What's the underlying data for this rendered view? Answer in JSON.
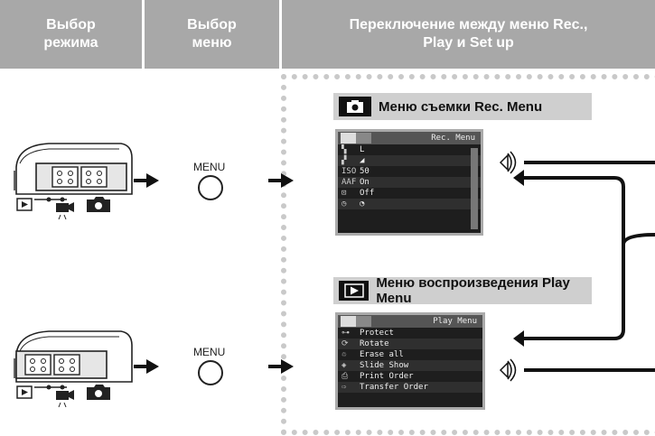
{
  "headers": {
    "mode_line1": "Выбор",
    "mode_line2": "режима",
    "menu_line1": "Выбор",
    "menu_line2": "меню",
    "switch_line1": "Переключение между меню Rec.,",
    "switch_line2": "Play и Set up"
  },
  "left": {
    "menu_button_label_1": "MENU",
    "menu_button_label_2": "MENU"
  },
  "rec_menu": {
    "title": "Меню съемки Rec. Menu",
    "lcd_title": "Rec. Menu",
    "rows": [
      {
        "value": "L"
      },
      {
        "value": "◢"
      },
      {
        "label": "ISO",
        "value": "50"
      },
      {
        "label": "AAF",
        "value": "On"
      },
      {
        "value": "Off"
      },
      {
        "value": "◔"
      }
    ]
  },
  "play_menu": {
    "title": "Меню воспроизведения Play Menu",
    "lcd_title": "Play Menu",
    "rows": [
      {
        "value": "Protect"
      },
      {
        "value": "Rotate"
      },
      {
        "value": "Erase all"
      },
      {
        "value": "Slide Show"
      },
      {
        "value": "Print Order"
      },
      {
        "value": "Transfer Order"
      }
    ]
  }
}
